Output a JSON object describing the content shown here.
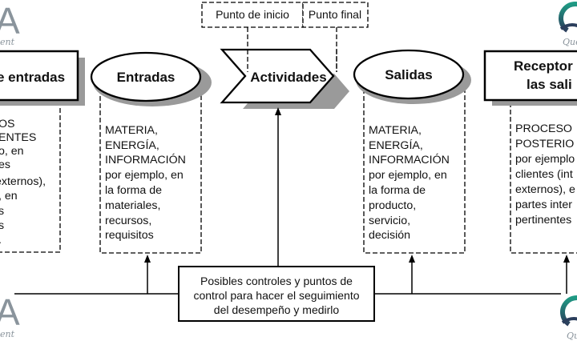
{
  "diagram": {
    "watermarks": {
      "left_top_letter": "A",
      "left_top_text": "ent",
      "left_bottom_letter": "A",
      "left_bottom_text": "ent",
      "right_top_text": "Que",
      "right_bottom_text": "Qu"
    },
    "callouts": {
      "start": "Punto de inicio",
      "end": "Punto final"
    },
    "nodes": {
      "sources": {
        "title": "e entradas",
        "lines": [
          "OS",
          "ENTES",
          "o, en",
          "es",
          " externos),",
          ", en",
          "s",
          "s",
          "."
        ]
      },
      "inputs": {
        "title": "Entradas",
        "lines": [
          "MATERIA,",
          "ENERGÍA,",
          "INFORMACIÓN",
          "por ejemplo, en",
          "la forma de",
          "materiales,",
          "recursos,",
          "requisitos"
        ]
      },
      "activities": {
        "title": "Actividades"
      },
      "outputs": {
        "title": "Salidas",
        "lines": [
          "MATERIA,",
          "ENERGÍA,",
          "INFORMACIÓN",
          "por ejemplo, en",
          "la forma de",
          "producto,",
          "servicio,",
          "decisión"
        ]
      },
      "receivers": {
        "title_line1": "Receptor",
        "title_line2": "las sali",
        "lines": [
          "PROCESO",
          "POSTERIO",
          "por ejemplo",
          "clientes (int",
          "externos), e",
          "partes inter",
          "pertinentes"
        ]
      }
    },
    "controls": {
      "lines": [
        "Posibles controles y puntos de",
        "control para hacer el seguimiento",
        "del desempeño y medirlo"
      ]
    }
  },
  "colors": {
    "stroke": "#000000",
    "shadow": "#9a9a9a",
    "watermark_gray": "#8a949c",
    "logo_teal": "#1f8a7a",
    "logo_navy": "#2b3e5c"
  }
}
